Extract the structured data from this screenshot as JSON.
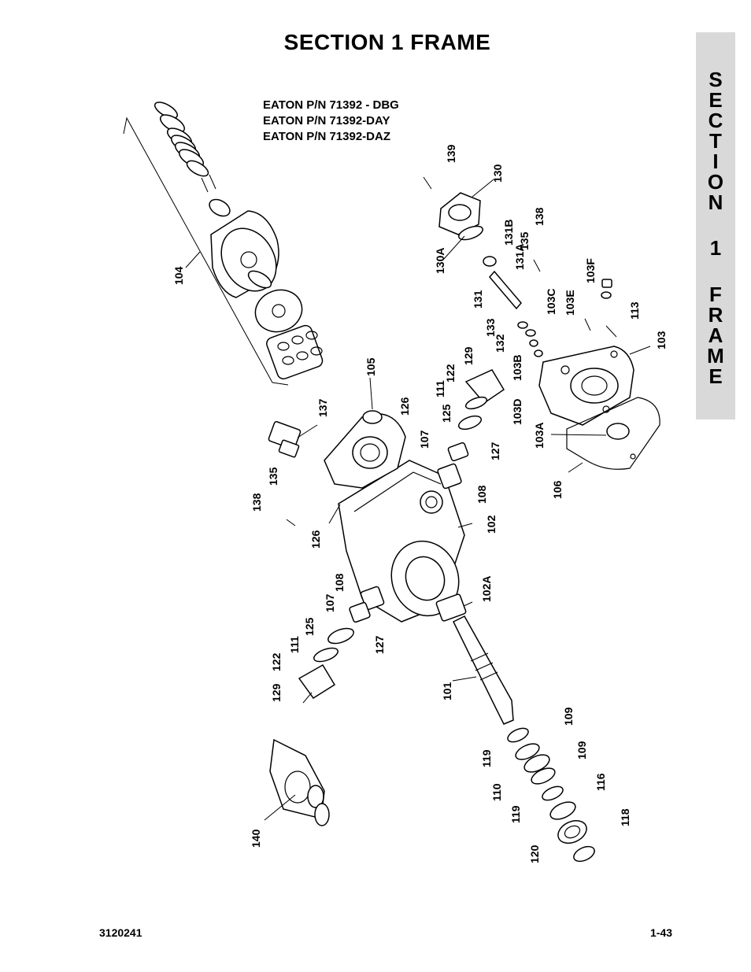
{
  "header": {
    "title": "SECTION 1  FRAME"
  },
  "side_tab": {
    "letters": [
      "S",
      "E",
      "C",
      "T",
      "I",
      "O",
      "N",
      "1",
      "F",
      "R",
      "A",
      "M",
      "E"
    ]
  },
  "diagram": {
    "eaton_lines": [
      "EATON P/N 71392 - DBG",
      "EATON P/N 71392-DAY",
      "EATON P/N 71392-DAZ"
    ],
    "callouts": [
      "104",
      "105",
      "137",
      "135",
      "138",
      "126",
      "139",
      "130",
      "130A",
      "131B",
      "131A",
      "131",
      "135",
      "138",
      "103F",
      "103C",
      "103E",
      "113",
      "133",
      "132",
      "103B",
      "103",
      "129",
      "122",
      "111",
      "103D",
      "125",
      "126",
      "107",
      "127",
      "108",
      "102",
      "103A",
      "106",
      "108",
      "107",
      "125",
      "111",
      "127",
      "122",
      "129",
      "102A",
      "101",
      "109",
      "119",
      "109",
      "110",
      "116",
      "119",
      "118",
      "120",
      "140"
    ]
  },
  "footer": {
    "doc_number": "3120241",
    "page_number": "1-43"
  }
}
